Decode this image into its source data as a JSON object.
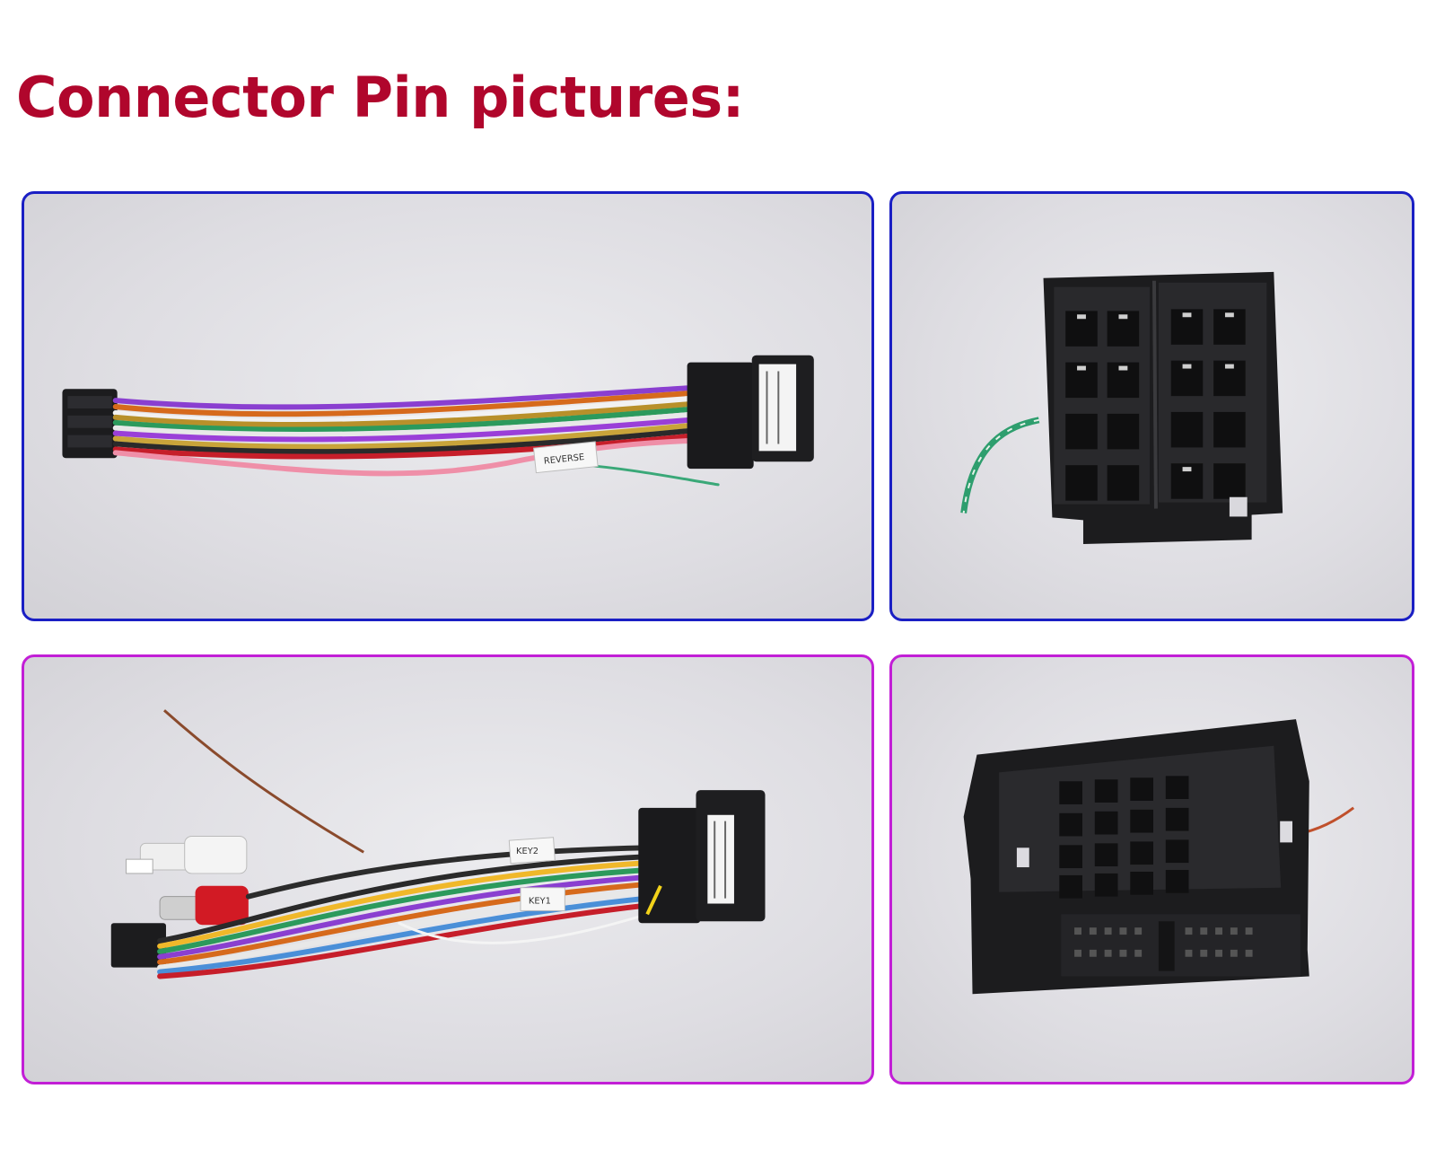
{
  "page": {
    "title": "Connector Pin pictures:",
    "title_color": "#b0062c"
  },
  "panels": [
    {
      "id": "harness-iso-photo",
      "border_color": "#1a1fc4",
      "tag_label": "REVERSE"
    },
    {
      "id": "iso-connector-face-photo",
      "border_color": "#1a1fc4"
    },
    {
      "id": "harness-quadlock-photo",
      "border_color": "#c21fd6",
      "tag_labels": [
        "KEY2",
        "KEY1"
      ]
    },
    {
      "id": "quadlock-connector-face-photo",
      "border_color": "#c21fd6"
    }
  ]
}
